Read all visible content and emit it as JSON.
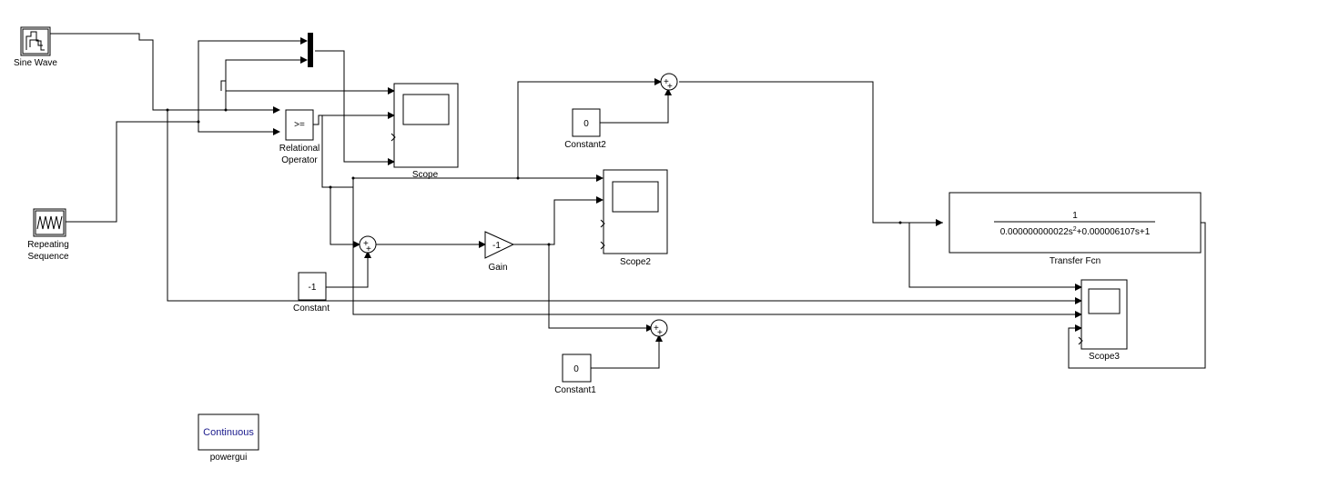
{
  "blocks": {
    "sine_wave": {
      "label": "Sine Wave"
    },
    "repeating_sequence": {
      "label_line1": "Repeating",
      "label_line2": "Sequence"
    },
    "relational_operator": {
      "symbol": ">=",
      "label_line1": "Relational",
      "label_line2": "Operator"
    },
    "scope": {
      "label": "Scope"
    },
    "scope2": {
      "label": "Scope2"
    },
    "scope3": {
      "label": "Scope3"
    },
    "constant": {
      "value": "-1",
      "label": "Constant"
    },
    "constant1": {
      "value": "0",
      "label": "Constant1"
    },
    "constant2": {
      "value": "0",
      "label": "Constant2"
    },
    "gain": {
      "value": "-1",
      "label": "Gain"
    },
    "transfer_fcn": {
      "label": "Transfer Fcn",
      "numerator": "1",
      "denominator_part1": "0.000000000022s",
      "denominator_exp": "2",
      "denominator_part2": "+0.000006107s+1"
    },
    "sum_signs": {
      "plus": "+"
    },
    "powergui": {
      "mode": "Continuous",
      "label": "powergui"
    }
  }
}
